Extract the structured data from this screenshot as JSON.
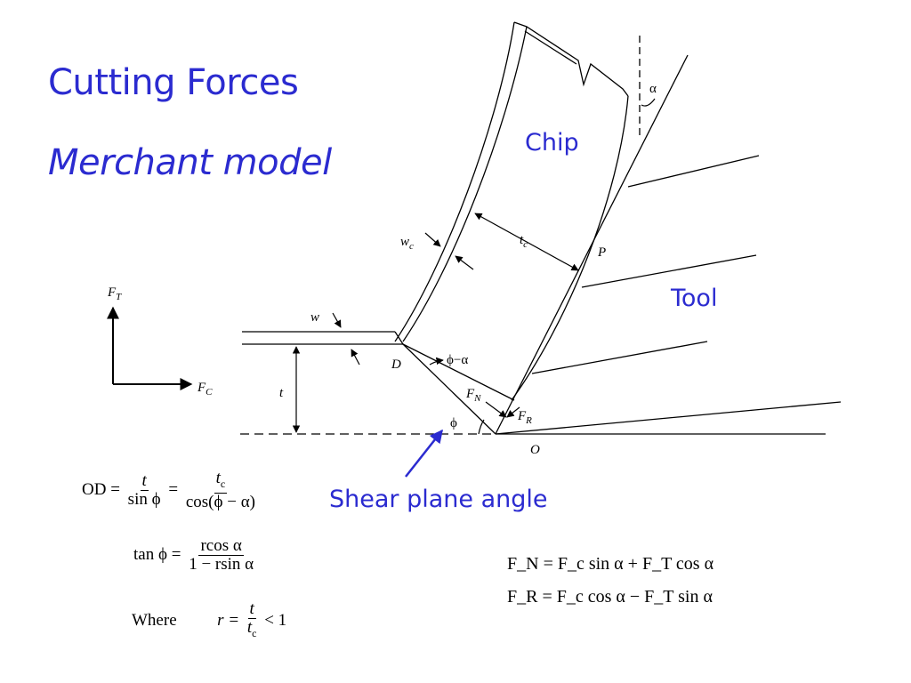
{
  "slide": {
    "title": "Cutting Forces",
    "subtitle": "Merchant model",
    "labels": {
      "chip": "Chip",
      "tool": "Tool",
      "shear_plane_angle": "Shear plane angle"
    }
  },
  "diagram": {
    "alpha": "α",
    "wc": "w",
    "wc_sub": "c",
    "tc": "t",
    "tc_sub": "c",
    "p": "P",
    "w": "w",
    "d": "D",
    "phi_minus_alpha": "ϕ−α",
    "fn": "F",
    "fn_sub": "N",
    "fr": "F",
    "fr_sub": "R",
    "phi": "ϕ",
    "o": "O",
    "t": "t",
    "ft": "F",
    "ft_sub": "T",
    "fc": "F",
    "fc_sub": "C"
  },
  "equations": {
    "od": {
      "lhs": "OD =",
      "frac1_num": "t",
      "frac1_den": "sin ϕ",
      "eq": "=",
      "frac2_num": "t",
      "frac2_num_sub": "c",
      "frac2_den": "cos(ϕ − α)"
    },
    "tan": {
      "lhs": "tan ϕ =",
      "num": "rcos α",
      "den": "1 − rsin α"
    },
    "where": {
      "word": "Where",
      "lhs": "r =",
      "num": "t",
      "den": "t",
      "den_sub": "c",
      "rhs": "< 1"
    },
    "fn_eq": "F_N = F_c sin α + F_T cos α",
    "fr_eq": "F_R = F_c cos α − F_T sin α"
  },
  "colors": {
    "accent": "#2b2bd0",
    "ink": "#000000"
  }
}
